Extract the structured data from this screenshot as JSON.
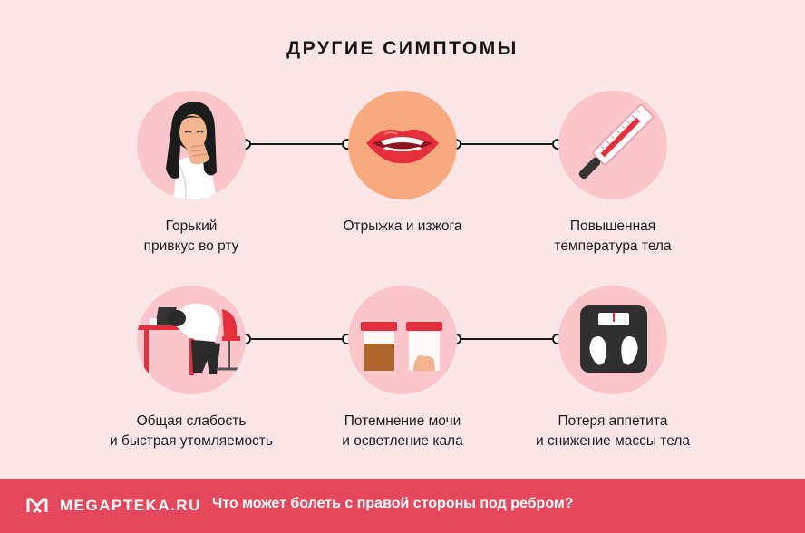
{
  "title": "ДРУГИЕ СИМПТОМЫ",
  "symptoms": [
    {
      "line1": "Горький",
      "line2": "привкус во рту",
      "icon": "woman-nausea-icon"
    },
    {
      "line1": "Отрыжка и изжога",
      "line2": "",
      "icon": "mouth-icon"
    },
    {
      "line1": "Повышенная",
      "line2": "температура тела",
      "icon": "thermometer-icon"
    },
    {
      "line1": "Общая слабость",
      "line2": "и быстрая утомляемость",
      "icon": "tired-worker-icon"
    },
    {
      "line1": "Потемнение мочи",
      "line2": "и осветление кала",
      "icon": "sample-jars-icon"
    },
    {
      "line1": "Потеря аппетита",
      "line2": "и снижение массы тела",
      "icon": "scale-icon"
    }
  ],
  "footer": {
    "brand": "MEGAPTEKA.RU",
    "link": "Что может болеть с правой стороны под ребром?"
  },
  "colors": {
    "background": "#fde6e7",
    "circle": "#fbc6cb",
    "circle_orange": "#f9a97f",
    "footer": "#e5485c",
    "accent": "#e84a5f"
  }
}
